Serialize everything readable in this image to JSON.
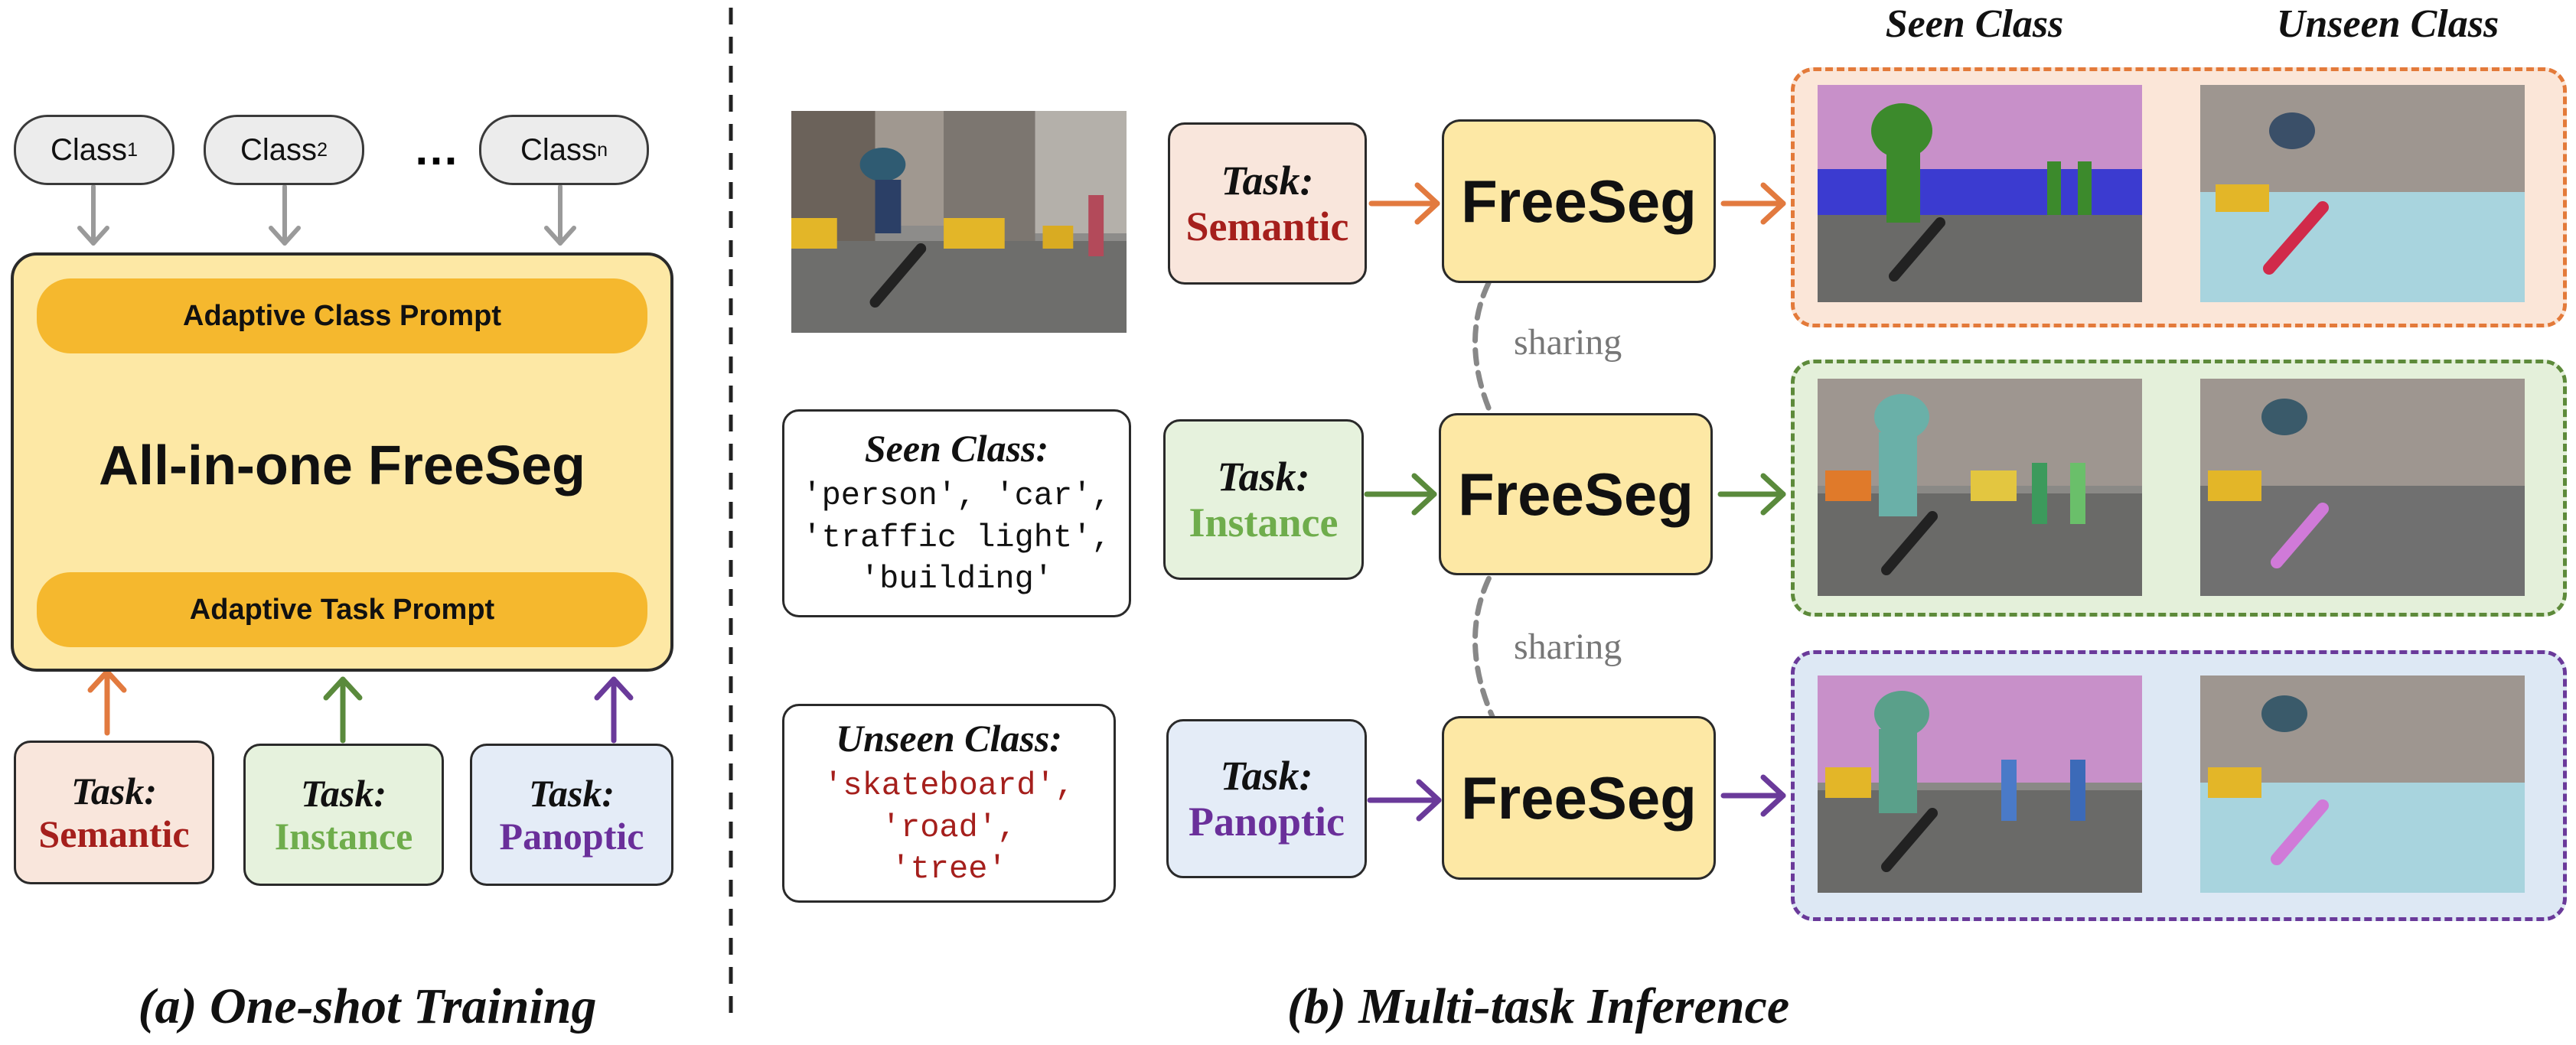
{
  "training": {
    "classes": [
      {
        "name": "Class",
        "sub": "1"
      },
      {
        "name": "Class",
        "sub": "2"
      },
      {
        "name": "Class",
        "sub": "n"
      }
    ],
    "ellipsis": "…",
    "class_prompt": "Adaptive Class Prompt",
    "title": "All-in-one FreeSeg",
    "task_prompt": "Adaptive Task Prompt",
    "caption": "(a) One-shot Training"
  },
  "tasks": [
    {
      "label": "Task:",
      "name": "Semantic",
      "color": "#a51f1c"
    },
    {
      "label": "Task:",
      "name": "Instance",
      "color": "#6fad4c"
    },
    {
      "label": "Task:",
      "name": "Panoptic",
      "color": "#6a2f9a"
    }
  ],
  "inference": {
    "model_name": "FreeSeg",
    "sharing": "sharing",
    "seen_class": {
      "title": "Seen Class:",
      "lines": [
        "'person', 'car',",
        "'traffic light',",
        "'building'"
      ]
    },
    "unseen_class": {
      "title": "Unseen Class:",
      "lines": [
        "'skateboard',",
        "'road',",
        "'tree'"
      ]
    },
    "col_seen": "Seen Class",
    "col_unseen": "Unseen Class",
    "caption": "(b) Multi-task Inference"
  },
  "colors": {
    "semantic_arrow": "#e27a3f",
    "instance_arrow": "#5a8a3c",
    "panoptic_arrow": "#6a3a9a",
    "semantic_panel_border": "#e37a3a",
    "semantic_panel_fill": "#fbe6d8",
    "instance_panel_border": "#5d8a3a",
    "instance_panel_fill": "#e4f0da",
    "panoptic_panel_border": "#6a3a9a",
    "panoptic_panel_fill": "#dde8f4",
    "unseen_class_text": "#a51f1c"
  }
}
